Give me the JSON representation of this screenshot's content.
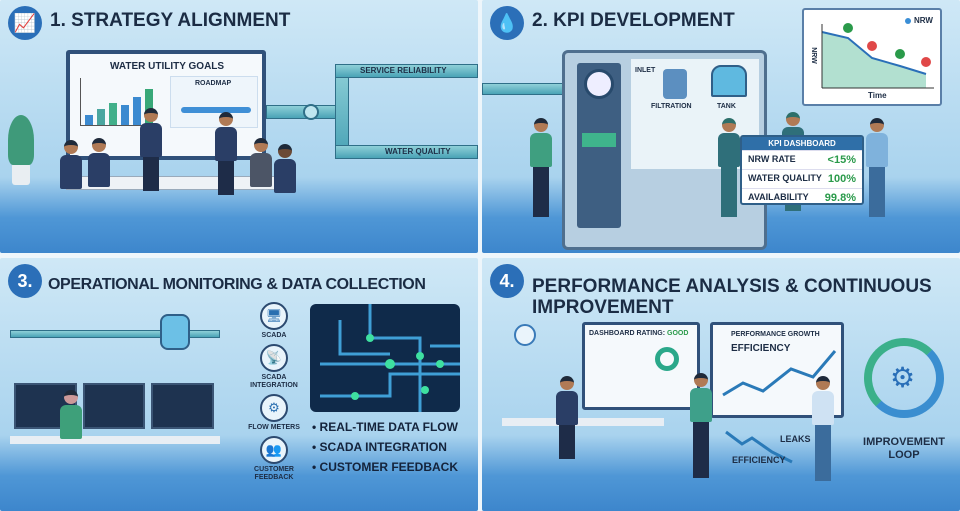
{
  "panels": [
    {
      "number": "1.",
      "title": "STRATEGY ALIGNMENT",
      "screen_title": "WATER UTILITY GOALS",
      "roadmap_label": "ROADMAP",
      "pipe_labels": [
        "SERVICE RELIABILITY",
        "WATER QUALITY"
      ]
    },
    {
      "number": "2.",
      "title": "KPI DEVELOPMENT",
      "process_labels": [
        "INLET",
        "FILTRATION",
        "TANK"
      ],
      "kpi_dashboard": {
        "title": "KPI DASHBOARD",
        "rows": [
          {
            "label": "NRW RATE",
            "value": "<15%"
          },
          {
            "label": "WATER QUALITY",
            "value": "100%"
          },
          {
            "label": "AVAILABILITY",
            "value": "99.8%"
          }
        ]
      },
      "nrw_chart": {
        "legend": "NRW",
        "ylabel": "NRW",
        "xlabel": "Time"
      }
    },
    {
      "number": "3.",
      "title": "OPERATIONAL MONITORING & DATA COLLECTION",
      "sources": [
        "SCADA",
        "SCADA INTEGRATION",
        "FLOW METERS",
        "CUSTOMER FEEDBACK"
      ],
      "bullets": [
        "REAL-TIME DATA FLOW",
        "SCADA INTEGRATION",
        "CUSTOMER FEEDBACK"
      ]
    },
    {
      "number": "4.",
      "title": "PERFORMANCE ANALYSIS & CONTINUOUS IMPROVEMENT",
      "dashboard_rating_label": "DASHBOARD RATING:",
      "dashboard_rating_value": "GOOD",
      "growth_title": "PERFORMANCE GROWTH",
      "growth_label": "EFFICIENCY",
      "down_labels": [
        "LEAKS",
        "EFFICIENCY"
      ],
      "loop_label": "IMPROVEMENT LOOP"
    }
  ],
  "colors": {
    "accent": "#2b6fb8",
    "good": "#2a9a4a",
    "alert": "#e04848",
    "pipe": "#4aa3b6"
  }
}
